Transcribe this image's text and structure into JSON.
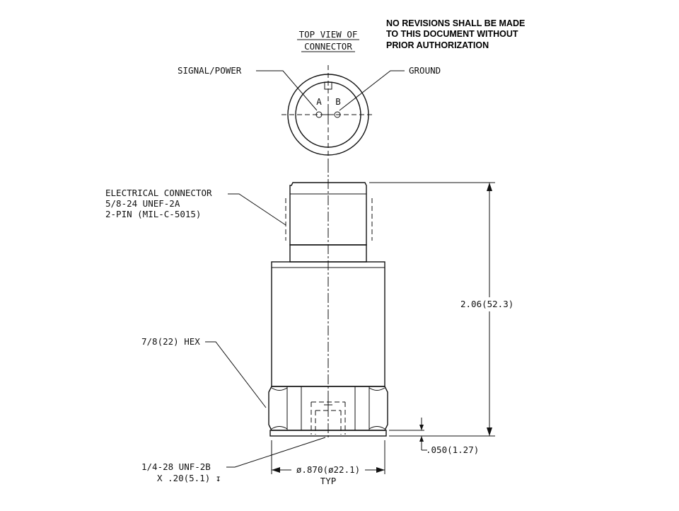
{
  "notice": {
    "line1": "NO REVISIONS SHALL BE MADE",
    "line2": "TO THIS DOCUMENT WITHOUT",
    "line3": "PRIOR AUTHORIZATION"
  },
  "top_view": {
    "title_line1": "TOP VIEW OF",
    "title_line2": "CONNECTOR",
    "pin_a": "A",
    "pin_b": "B",
    "signal_label": "SIGNAL/POWER",
    "ground_label": "GROUND"
  },
  "callouts": {
    "connector_line1": "ELECTRICAL CONNECTOR",
    "connector_line2": "5/8-24 UNEF-2A",
    "connector_line3": "2-PIN (MIL-C-5015)",
    "hex": "7/8(22) HEX",
    "thread_line1": "1/4-28 UNF-2B",
    "thread_line2": "X .20(5.1) ↧"
  },
  "dimensions": {
    "height": "2.06(52.3)",
    "gap": ".050(1.27)",
    "diameter": "ø.870(ø22.1)",
    "diameter_note": "TYP"
  }
}
